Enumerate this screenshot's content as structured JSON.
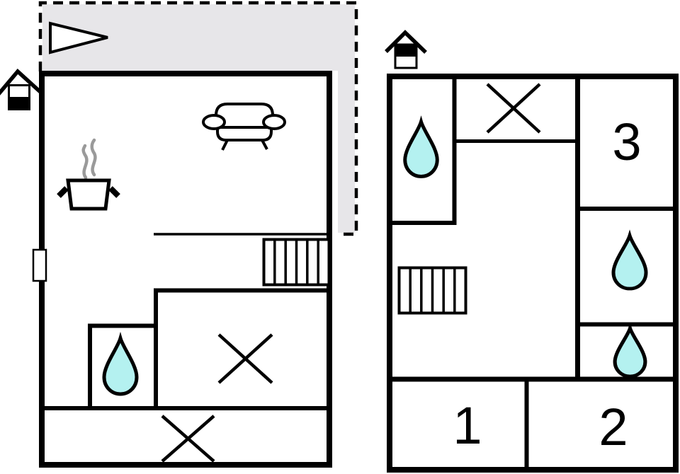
{
  "colors": {
    "terrace": "#e7e6e9",
    "water_drop": "#b4f1f0",
    "wall": "#000000",
    "steam": "#9a9a9a",
    "background": "#ffffff"
  },
  "ground_floor": {
    "icons": [
      "chimney-icon",
      "direction-arrow-icon",
      "cooking-pot-icon",
      "steam-icon",
      "sofa-icon",
      "door-icon",
      "stairs-icon",
      "water-drop-icon",
      "window-cross-icon",
      "window-cross-icon"
    ]
  },
  "first_floor": {
    "icons": [
      "chimney-icon",
      "window-cross-icon",
      "stairs-icon",
      "water-drop-icon",
      "water-drop-icon",
      "water-drop-icon"
    ],
    "rooms": [
      {
        "label": "1"
      },
      {
        "label": "2"
      },
      {
        "label": "3"
      }
    ]
  }
}
